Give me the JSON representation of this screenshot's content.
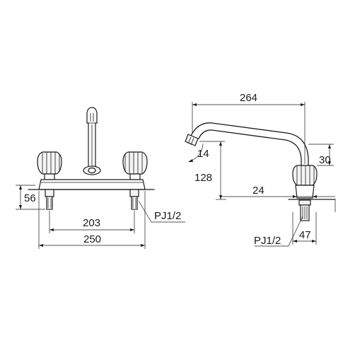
{
  "front_view": {
    "dims": {
      "height_56": "56",
      "pipe": "PJ1/2",
      "center_203": "203",
      "overall_250": "250"
    }
  },
  "side_view": {
    "dims": {
      "reach_264": "264",
      "angle_14": "14",
      "drop_128": "128",
      "spout_30": "30",
      "offset_24": "24",
      "pipe": "PJ1/2",
      "base_47": "47"
    }
  }
}
